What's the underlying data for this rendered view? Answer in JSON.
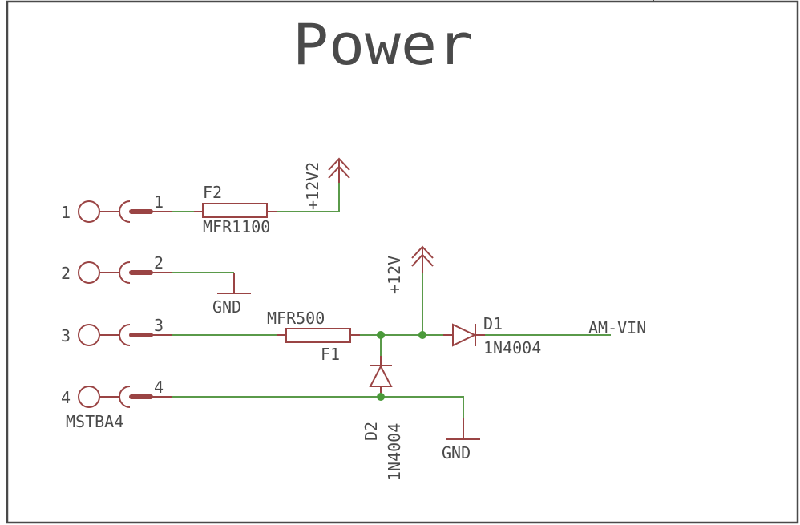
{
  "sheet": {
    "title": "Power"
  },
  "connector": {
    "name": "MSTBA4",
    "pins": [
      {
        "number": "1",
        "pad_label": "1"
      },
      {
        "number": "2",
        "pad_label": "2"
      },
      {
        "number": "3",
        "pad_label": "3"
      },
      {
        "number": "4",
        "pad_label": "4"
      }
    ]
  },
  "fuses": [
    {
      "ref": "F2",
      "value": "MFR1100"
    },
    {
      "ref": "F1",
      "value": "MFR500"
    }
  ],
  "diodes": [
    {
      "ref": "D1",
      "value": "1N4004"
    },
    {
      "ref": "D2",
      "value": "1N4004"
    }
  ],
  "supplies": [
    {
      "name": "+12V2"
    },
    {
      "name": "+12V"
    }
  ],
  "grounds": [
    {
      "name": "GND"
    },
    {
      "name": "GND"
    }
  ],
  "nets": {
    "am_vin": "AM-VIN"
  },
  "colors": {
    "wire": "#5a9a4a",
    "symbol": "#9a4444",
    "junction": "#4a9a3a",
    "text": "#4a4a4a",
    "frame": "#4a4a4a"
  }
}
